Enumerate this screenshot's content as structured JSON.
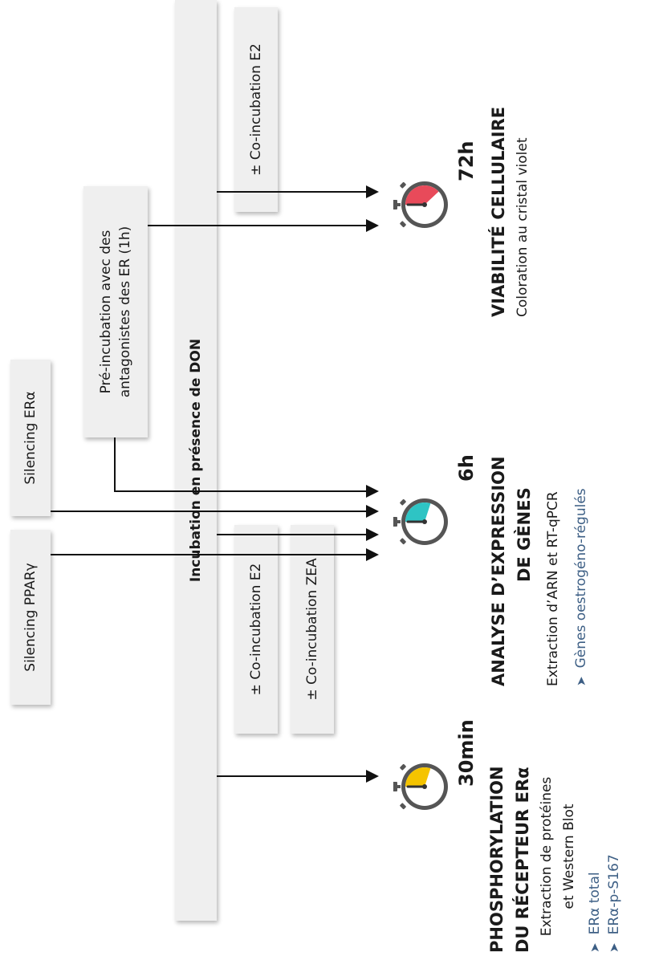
{
  "boxes": {
    "main": "Incubation en présence de DON",
    "silencing_ppar": "Silencing PPARγ",
    "silencing_er": "Silencing ERα",
    "pre_incubation_line1": "Pré-incubation avec des",
    "pre_incubation_line2": "antagonistes des ER (1h)",
    "coinc_e2_top": "± Co-incubation E2",
    "coinc_e2_mid": "± Co-incubation E2",
    "coinc_zea": "± Co-incubation ZEA"
  },
  "timers": {
    "t30": {
      "label": "30min",
      "color": "#f5c400",
      "fill_fraction": 0.3
    },
    "t6": {
      "label": "6h",
      "color": "#2ec4c4",
      "fill_fraction": 0.3
    },
    "t72": {
      "label": "72h",
      "color": "#e84a5a",
      "fill_fraction": 0.38
    }
  },
  "outcomes": {
    "phospho": {
      "title_line1": "PHOSPHORYLATION",
      "title_line2": "DU RÉCEPTEUR ERα",
      "sub_line1": "Extraction de protéines",
      "sub_line2": "et Western Blot",
      "items": [
        "ERα total",
        "ERα-p-S167"
      ]
    },
    "genes": {
      "title_line1": "ANALYSE D’EXPRESSION",
      "title_line2": "DE GÈNES",
      "sub_line1": "Extraction d’ARN et RT-qPCR",
      "items": [
        "Gènes oestrogéno-régulés"
      ]
    },
    "viability": {
      "title_line1": "VIABILITÉ CELLULAIRE",
      "sub_line1": "Coloration au cristal violet"
    }
  },
  "colors": {
    "line": "#111111",
    "box": "#efefef",
    "accent_text": "#3d5f85"
  },
  "icons": {
    "timer": "stopwatch-icon",
    "bullet": "arrowhead-bullet-icon"
  }
}
